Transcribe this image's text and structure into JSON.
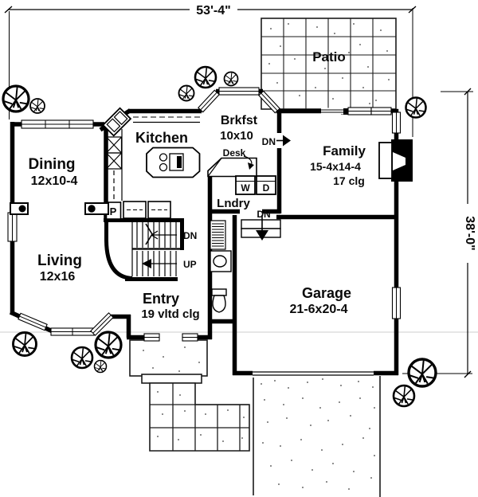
{
  "plan": {
    "width_dim": "53'-4\"",
    "height_dim": "38'-0\""
  },
  "rooms": {
    "patio": {
      "name": "Patio"
    },
    "kitchen": {
      "name": "Kitchen"
    },
    "brkfst": {
      "name": "Brkfst",
      "size": "10x10"
    },
    "family": {
      "name": "Family",
      "size": "15-4x14-4",
      "ceiling": "17 clg"
    },
    "dining": {
      "name": "Dining",
      "size": "12x10-4"
    },
    "living": {
      "name": "Living",
      "size": "12x16"
    },
    "laundry": {
      "name": "Lndry"
    },
    "entry": {
      "name": "Entry",
      "ceiling": "19 vltd clg"
    },
    "garage": {
      "name": "Garage",
      "size": "21-6x20-4"
    }
  },
  "annotations": {
    "down": "DN",
    "up": "UP",
    "pantry": "P",
    "washer": "W",
    "dryer": "D",
    "desk": "Desk"
  }
}
